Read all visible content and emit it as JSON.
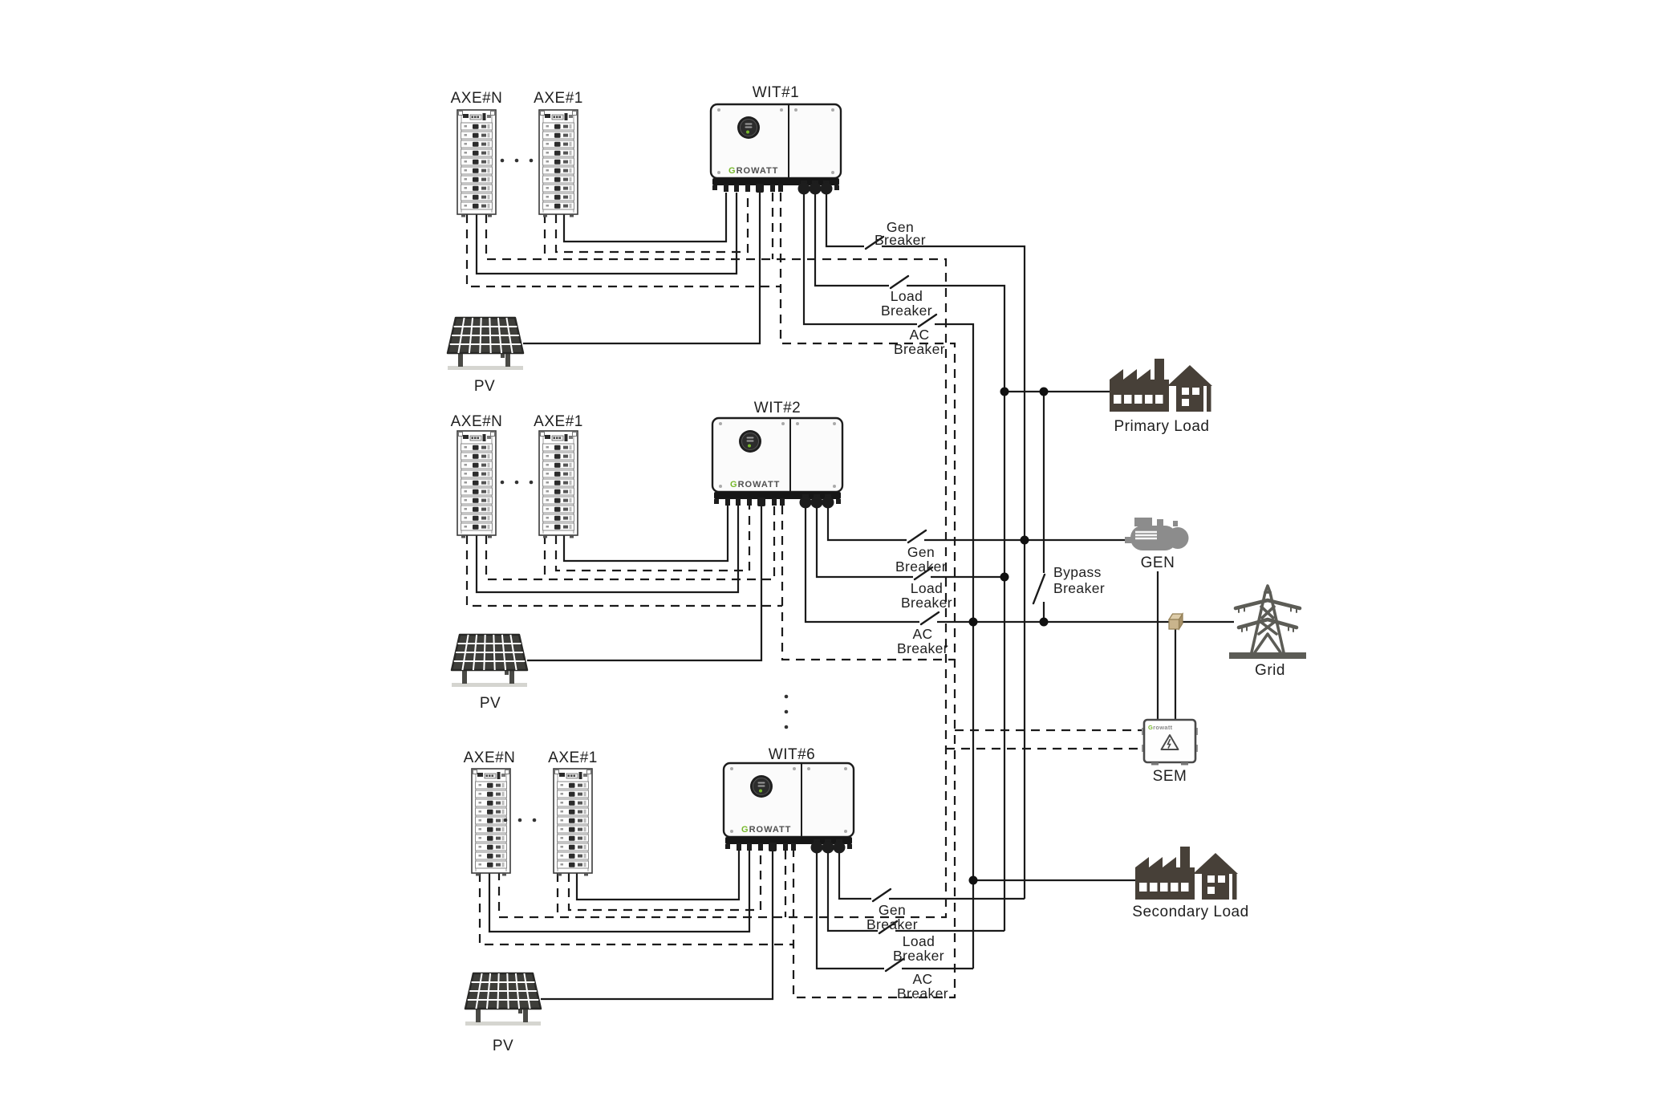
{
  "colors": {
    "wire": "#1a1a1a",
    "accent_green": "#76b82a",
    "load_icon_dark": "#474038",
    "generator_gray": "#8c8c8c",
    "tower_gray": "#5c5c56",
    "ct_tan": "#c9b48c"
  },
  "brand": {
    "initial": "G",
    "rest": "ROWATT",
    "sem_initial": "G",
    "sem_rest": "rowatt"
  },
  "sections": [
    {
      "inverter": "WIT#1",
      "battery_n": "AXE#N",
      "battery_1": "AXE#1",
      "pv": "PV",
      "gen_breaker": [
        "Gen",
        "Breaker"
      ],
      "load_breaker": [
        "Load",
        "Breaker"
      ],
      "ac_breaker": [
        "AC",
        "Breaker"
      ]
    },
    {
      "inverter": "WIT#2",
      "battery_n": "AXE#N",
      "battery_1": "AXE#1",
      "pv": "PV",
      "gen_breaker": [
        "Gen",
        "Breaker"
      ],
      "load_breaker": [
        "Load",
        "Breaker"
      ],
      "ac_breaker": [
        "AC",
        "Breaker"
      ]
    },
    {
      "inverter": "WIT#6",
      "battery_n": "AXE#N",
      "battery_1": "AXE#1",
      "pv": "PV",
      "gen_breaker": [
        "Gen",
        "Breaker"
      ],
      "load_breaker": [
        "Load",
        "Breaker"
      ],
      "ac_breaker": [
        "AC",
        "Breaker"
      ]
    }
  ],
  "nodes": {
    "primary_load": "Primary Load",
    "generator": "GEN",
    "grid": "Grid",
    "meter": "SEM",
    "secondary_load": "Secondary Load",
    "bypass_breaker": [
      "Bypass",
      "Breaker"
    ]
  }
}
